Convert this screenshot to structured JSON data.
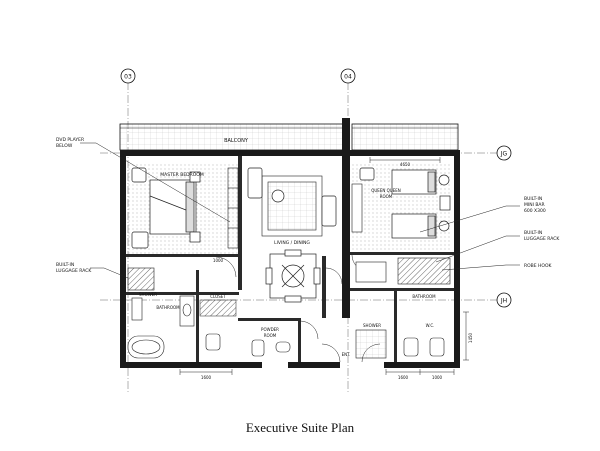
{
  "caption": "Executive Suite Plan",
  "grid_markers": {
    "col_03": "03",
    "col_04": "04",
    "row_jg": "JG",
    "row_jh": "JH"
  },
  "rooms": {
    "balcony": "BALCONY",
    "master_bedroom": "MASTER BEDROOM",
    "living_dining": "LIVING / DINING",
    "queen_bedroom_l1": "QUEEN QUEEN",
    "queen_bedroom_l2": "ROOM",
    "bathroom_left": "BATHROOM",
    "bathroom_right": "BATHROOM",
    "shower_left": "SHOWER",
    "shower_right": "SHOWER",
    "wc": "W.C.",
    "powder_room_l1": "POWDER",
    "powder_room_l2": "ROOM",
    "closet": "CLOSET",
    "entry": "ENT."
  },
  "callouts": {
    "dvd_player_l1": "DVD PLAYER",
    "dvd_player_l2": "BELOW",
    "luggage_left_l1": "BUILT-IN",
    "luggage_left_l2": "LUGGAGE RACK",
    "minibar_l1": "BUILT-IN",
    "minibar_l2": "MINI BAR",
    "minibar_l3": "600 X300",
    "luggage_right_l1": "BUILT-IN",
    "luggage_right_l2": "LUGGAGE RACK",
    "robe_hook": "ROBE HOOK"
  },
  "dimensions": {
    "d_4650": "4650",
    "d_1600_left": "1600",
    "d_1600_right": "1600",
    "d_1000_right": "1000",
    "d_1450": "1450",
    "d_1000_mid": "1000"
  },
  "colors": {
    "line": "#111111",
    "hatch": "#555555",
    "furniture": "#333333"
  }
}
